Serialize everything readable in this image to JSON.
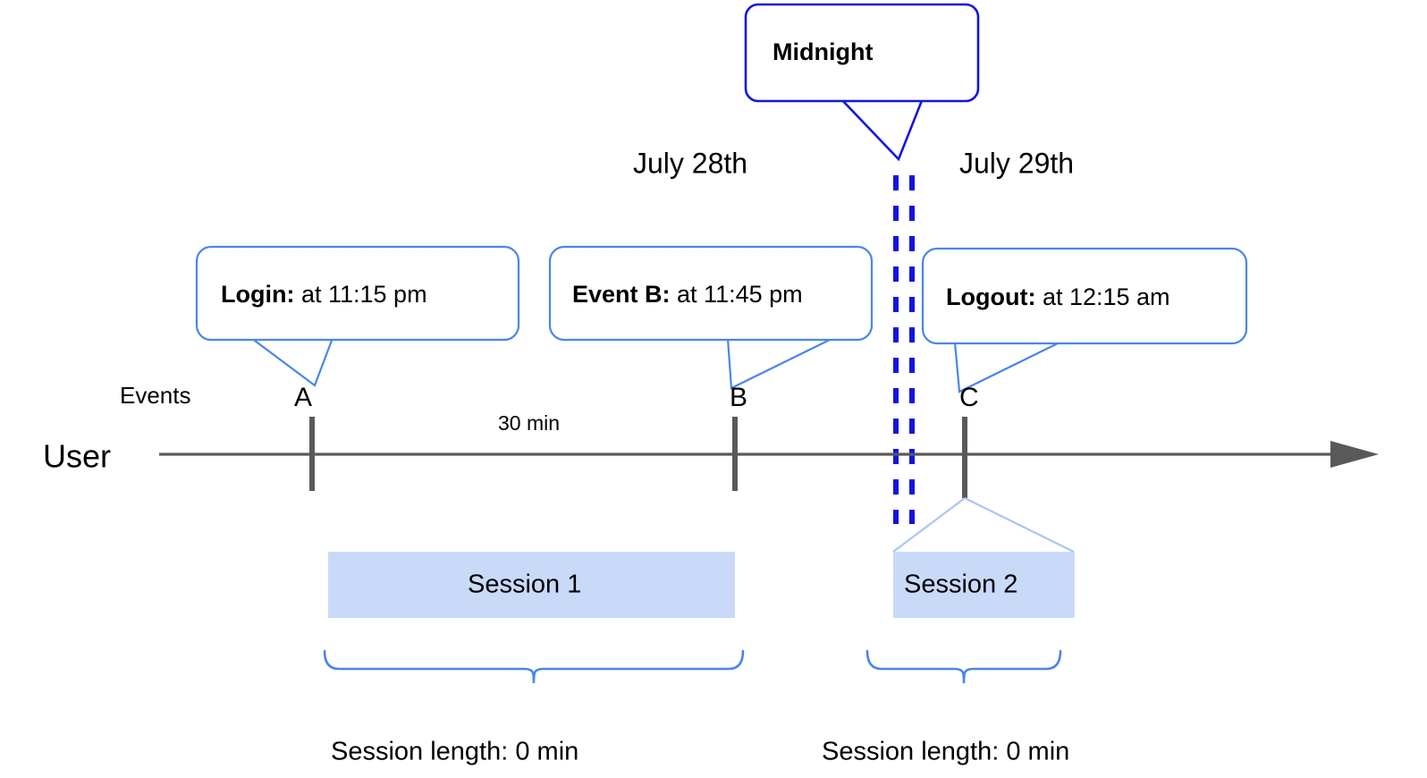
{
  "diagram": {
    "title_callout": {
      "label": "Midnight"
    },
    "dates": [
      {
        "label": "July 28th"
      },
      {
        "label": "July 29th"
      }
    ],
    "event_callouts": [
      {
        "bold": "Login:",
        "rest": " at 11:15 pm"
      },
      {
        "bold": "Event B:",
        "rest": " at 11:45 pm"
      },
      {
        "bold": "Logout:",
        "rest": " at 12:15 am"
      }
    ],
    "row_labels": {
      "events": "Events",
      "user": "User"
    },
    "event_markers": [
      {
        "label": "A"
      },
      {
        "label": "B"
      },
      {
        "label": "C"
      }
    ],
    "duration_label": "30 min",
    "sessions": [
      {
        "label": "Session 1"
      },
      {
        "label": "Session 2"
      }
    ],
    "session_lengths": [
      {
        "label": "Session length: 0 min"
      },
      {
        "label": "Session length: 0 min"
      }
    ],
    "colors": {
      "callout_border": "#4a86e8",
      "midnight_border": "#1414e0",
      "session_fill": "#c9daf8",
      "axis": "#595959",
      "funnel": "#a9c6f0",
      "text": "#000000",
      "background": "#ffffff"
    }
  }
}
